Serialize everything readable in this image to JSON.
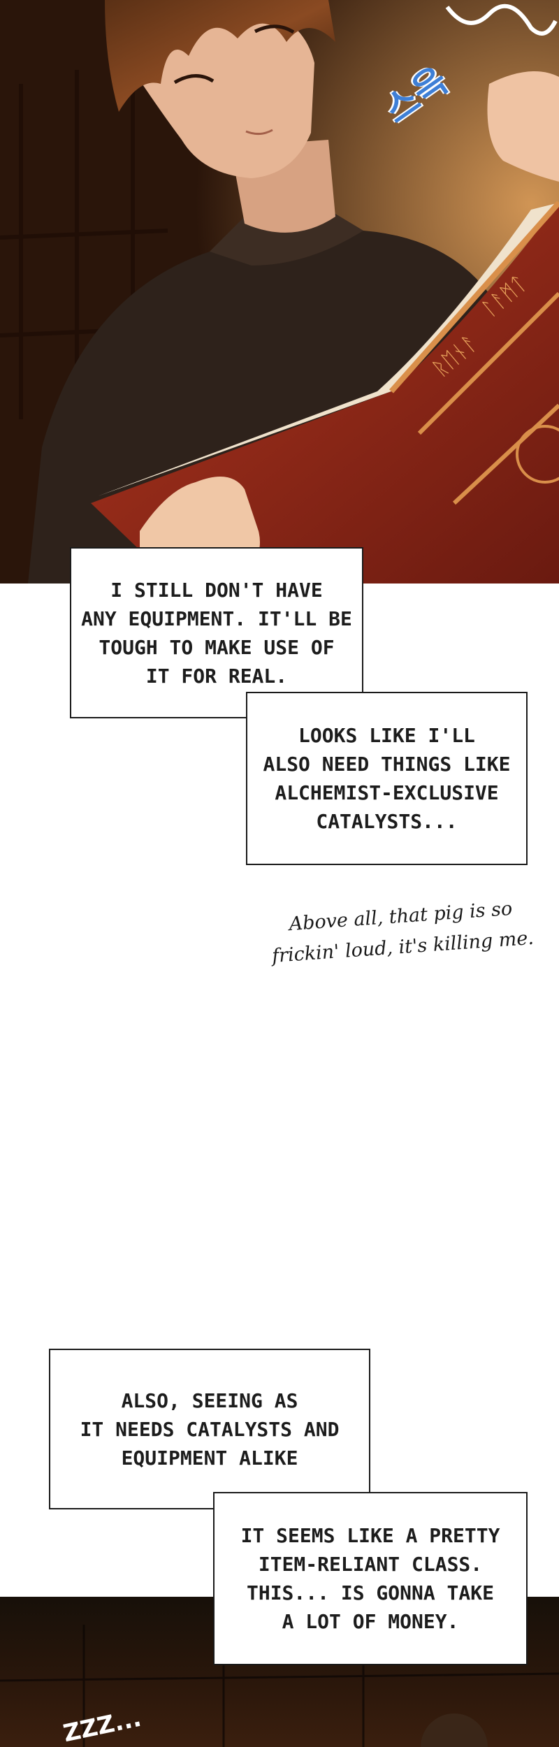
{
  "narration": {
    "box1": "I STILL DON'T HAVE\nANY EQUIPMENT. IT'LL BE\nTOUGH TO MAKE USE OF\nIT FOR REAL.",
    "box2": "LOOKS LIKE I'LL\nALSO NEED THINGS LIKE\nALCHEMIST-EXCLUSIVE\nCATALYSTS...",
    "box3": "ALSO, SEEING AS\nIT NEEDS CATALYSTS AND\nEQUIPMENT ALIKE",
    "box4": "IT SEEMS LIKE A PRETTY\nITEM-RELIANT CLASS.\nTHIS... IS GONNA TAKE\nA LOT OF MONEY."
  },
  "thought": {
    "text": "Above all, that pig is so\nfrickin' loud, it's killing me."
  },
  "sfx": {
    "top": "스윽",
    "bottom": "ZZZ..."
  },
  "colors": {
    "panel_dark": "#150906",
    "book_red": "#8e2417",
    "book_gold": "#d98f4a",
    "sfx_blue": "#3e7fd6",
    "box_border": "#1a1a1a"
  }
}
